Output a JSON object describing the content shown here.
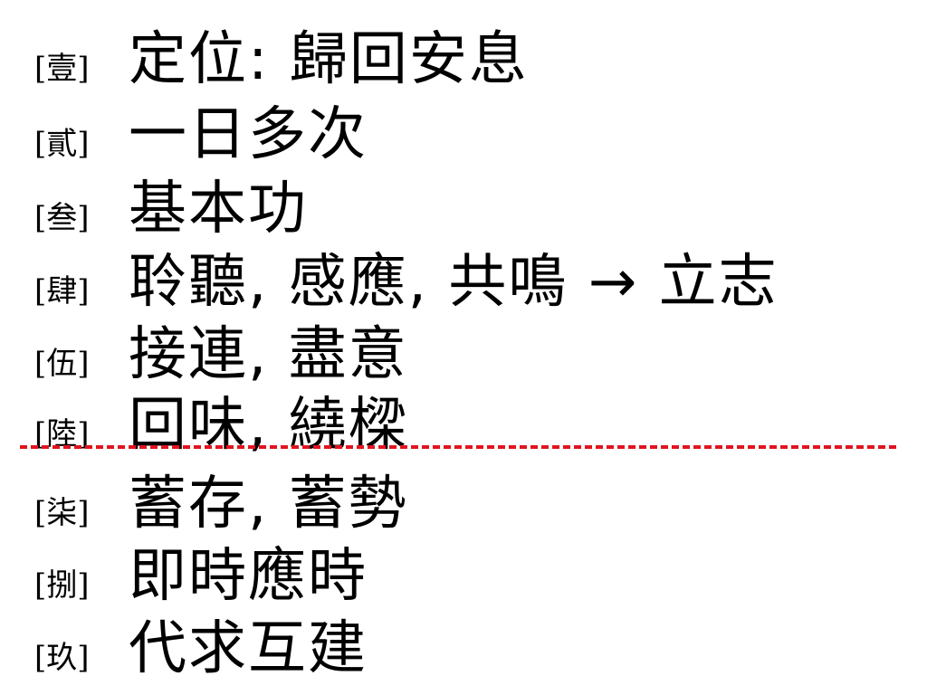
{
  "items": [
    {
      "num": "[壹]",
      "text": "定位: 歸回安息"
    },
    {
      "num": "[貳]",
      "text": "一日多次"
    },
    {
      "num": "[叁]",
      "text": "基本功"
    },
    {
      "num": "[肆]",
      "text": "聆聽, 感應, 共鳴 → 立志"
    },
    {
      "num": "[伍]",
      "text": "接連, 盡意"
    },
    {
      "num": "[陸]",
      "text": "回味, 繞樑"
    },
    {
      "num": "[柒]",
      "text": "蓄存, 蓄勢"
    },
    {
      "num": "[捌]",
      "text": "即時應時"
    },
    {
      "num": "[玖]",
      "text": "代求互建"
    }
  ],
  "colors": {
    "text": "#000000",
    "divider": "#e0141e",
    "background": "#ffffff"
  }
}
